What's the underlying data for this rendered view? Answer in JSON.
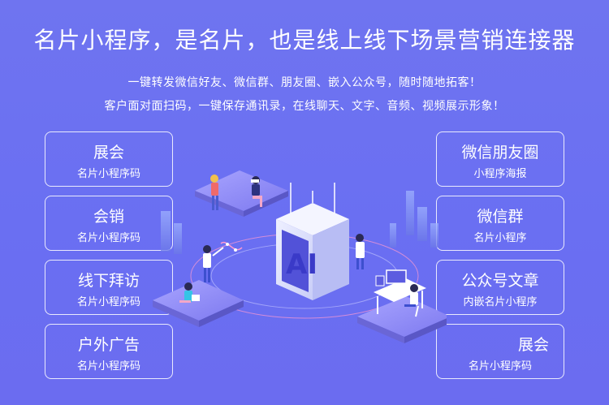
{
  "header": {
    "title": "名片小程序，是名片，也是线上线下场景营销连接器",
    "line1": "一键转发微信好友、微信群、朋友圈、嵌入公众号，随时随地拓客！",
    "line2": "客户面对面扫码，一键保存通讯录，在线聊天、文字、音频、视频展示形象！"
  },
  "left_cards": [
    {
      "title": "展会",
      "sub": "名片小程序码"
    },
    {
      "title": "会销",
      "sub": "名片小程序码"
    },
    {
      "title": "线下拜访",
      "sub": "名片小程序码"
    },
    {
      "title": "户外广告",
      "sub": "名片小程序码"
    }
  ],
  "right_cards": [
    {
      "title": "微信朋友圈",
      "sub": "小程序海报"
    },
    {
      "title": "微信群",
      "sub": "名片小程序"
    },
    {
      "title": "公众号文章",
      "sub": "内嵌名片小程序"
    },
    {
      "title": "展会",
      "sub": "名片小程序码"
    }
  ],
  "illustration": {
    "screen_text": "AI"
  },
  "colors": {
    "background": "#6d72f0",
    "card_border": "#ffffff",
    "platform": "#8f8df8"
  }
}
